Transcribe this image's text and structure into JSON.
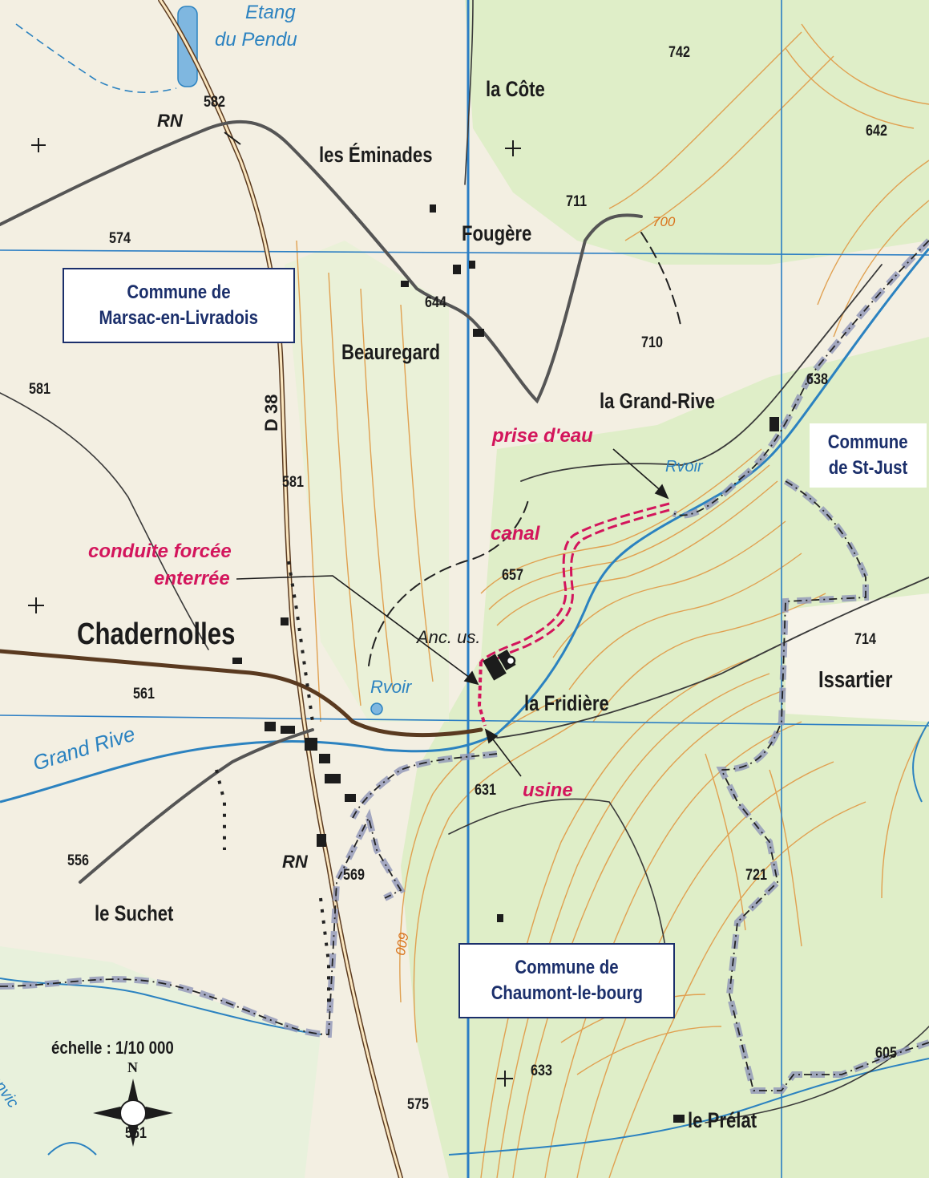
{
  "places": {
    "etang_line1": "Etang",
    "etang_line2": "du Pendu",
    "la_cote": "la Côte",
    "les_eminades": "les Éminades",
    "fougere": "Fougère",
    "beauregard": "Beauregard",
    "la_grand_rive": "la Grand-Rive",
    "chadernolles": "Chadernolles",
    "issartier": "Issartier",
    "la_fridiere": "la Fridière",
    "le_suchet": "le Suchet",
    "le_prelat": "le Prélat",
    "anc_us": "Anc. us.",
    "grand_rive_stream": "Grand Rive",
    "rvoir_1": "Rvoir",
    "rvoir_2": "Rvoir",
    "edge_fragment": "ranvic"
  },
  "altitudes": {
    "a742": "742",
    "a582": "582",
    "a642": "642",
    "a711": "711",
    "a574": "574",
    "a644": "644",
    "a710": "710",
    "a581_west": "581",
    "a638": "638",
    "a581_d38": "581",
    "a657": "657",
    "a714": "714",
    "a561": "561",
    "a631": "631",
    "a556": "556",
    "a569": "569",
    "a721": "721",
    "a605": "605",
    "a633": "633",
    "a575": "575",
    "a561_south": "561"
  },
  "roads": {
    "rn_north": "RN",
    "rn_south": "RN",
    "d38": "D 38"
  },
  "contours": {
    "c700": "700",
    "c600": "600"
  },
  "annotations": {
    "prise_deau": "prise d'eau",
    "canal": "canal",
    "conduite_line1": "conduite forcée",
    "conduite_line2": "enterrée",
    "usine": "usine"
  },
  "communes": {
    "marsac_line1": "Commune de",
    "marsac_line2": "Marsac-en-Livradois",
    "stjust_line1": "Commune",
    "stjust_line2": "de St-Just",
    "chaumont_line1": "Commune de",
    "chaumont_line2": "Chaumont-le-bourg"
  },
  "scale": {
    "label": "échelle : 1/10 000"
  },
  "compass": {
    "north_letter": "N",
    "icon": "compass-rose-icon"
  },
  "colors": {
    "paper": "#f3efe2",
    "forest": "#dfeec8",
    "contour": "#e0a050",
    "water": "#2b82c0",
    "grid": "#2b7ec4",
    "annotation": "#d3155c",
    "commune_text": "#1b2f6b",
    "boundary": "#8e95b8"
  }
}
